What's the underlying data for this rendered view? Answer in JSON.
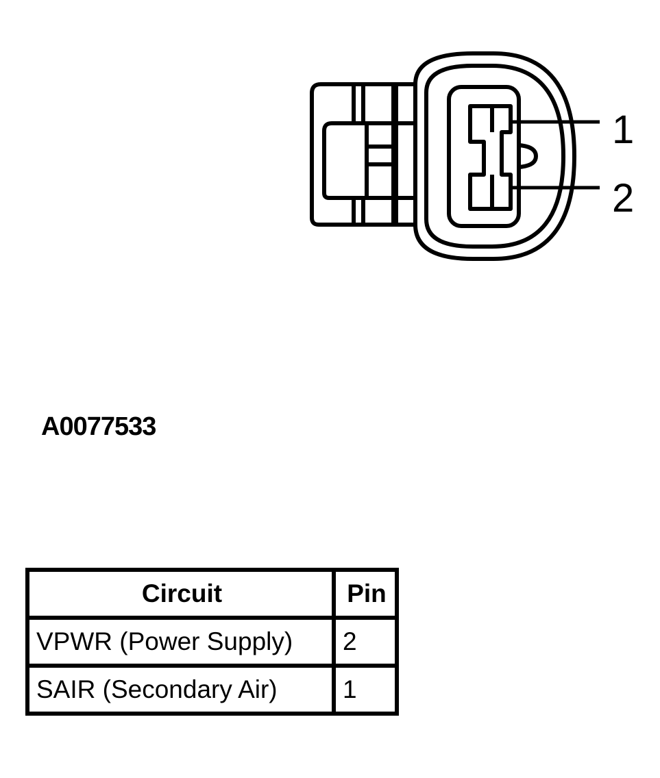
{
  "diagram": {
    "pins": [
      {
        "label": "1"
      },
      {
        "label": "2"
      }
    ]
  },
  "figure_id": "A0077533",
  "table": {
    "headers": {
      "circuit": "Circuit",
      "pin": "Pin"
    },
    "rows": [
      {
        "circuit": "VPWR (Power Supply)",
        "pin": "2"
      },
      {
        "circuit": "SAIR (Secondary Air)",
        "pin": "1"
      }
    ]
  }
}
